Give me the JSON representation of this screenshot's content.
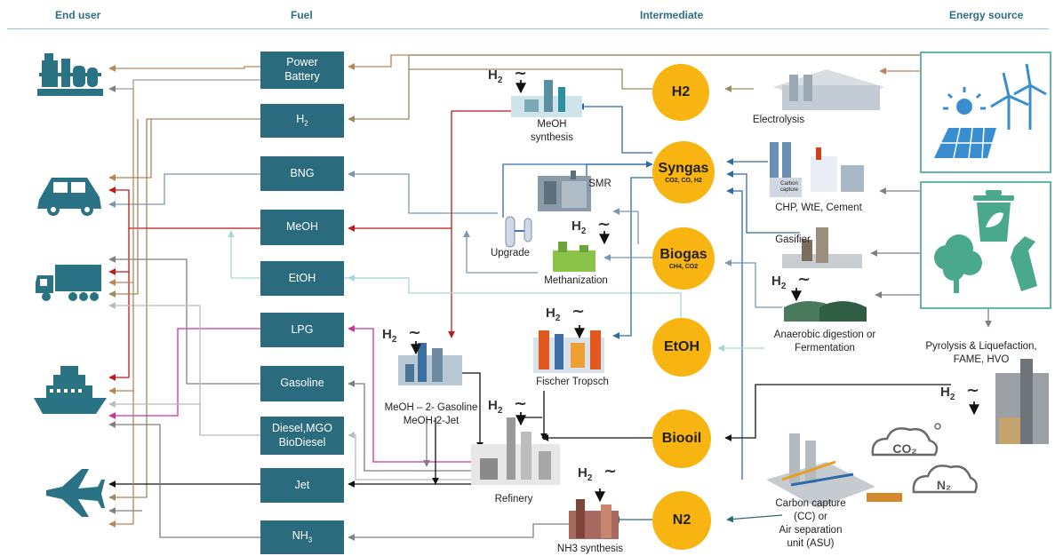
{
  "headers": {
    "end_user": "End user",
    "fuel": "Fuel",
    "intermediate": "Intermediate",
    "energy_source": "Energy source"
  },
  "fuels": [
    "Power\nBattery",
    "H2",
    "BNG",
    "MeOH",
    "EtOH",
    "LPG",
    "Gasoline",
    "Diesel,MGO\nBioDiesel",
    "Jet",
    "NH3"
  ],
  "intermediates": {
    "h2": {
      "label": "H2"
    },
    "syngas": {
      "label": "Syngas",
      "sub": "CO2, CO, H2"
    },
    "biogas": {
      "label": "Biogas",
      "sub": "CH4, CO2"
    },
    "etoh": {
      "label": "EtOH"
    },
    "biooil": {
      "label": "Biooil"
    },
    "n2": {
      "label": "N2"
    }
  },
  "processes": {
    "meoh_synthesis": "MeOH\nsynthesis",
    "smr": "SMR",
    "upgrade": "Upgrade",
    "methanization": "Methanization",
    "fischer_tropsch": "Fischer Tropsch",
    "meoh_gasoline": "MeOH – 2- Gasoline\nMeOH-2-Jet",
    "refinery": "Refinery",
    "nh3_synthesis": "NH3 synthesis",
    "electrolysis": "Electrolysis",
    "chp": "CHP, WtE, Cement",
    "carbon_capture_small": "Carbon\ncapture",
    "gasifier": "Gasifier",
    "anaerobic": "Anaerobic digestion or\nFermentation",
    "pyrolysis": "Pyrolysis & Liquefaction,\nFAME, HVO",
    "cc_asu": "Carbon capture\n(CC) or\nAir separation\nunit (ASU)"
  },
  "h2_input": {
    "h": "H",
    "sub": "2",
    "tilde": "~"
  },
  "cloud_labels": {
    "co2": "CO₂",
    "n2": "N₂"
  },
  "colors": {
    "fuel_box": "#2a6b7e",
    "intermediate": "#f8b410",
    "brown": "#b8845a",
    "olive": "#9a8a5e",
    "blue": "#2f6aa8",
    "red": "#c0181e",
    "magenta": "#cc3399",
    "teal": "#2f6b70",
    "grey": "#808080",
    "light_teal": "#a8d8d2",
    "black": "#111111",
    "steel": "#7a98ad",
    "energy_box": "#62b6a4"
  },
  "icons": {
    "end_users": [
      "factory-icon",
      "car-icon",
      "truck-icon",
      "ship-icon",
      "plane-icon"
    ],
    "energy_sources": [
      "solar-wind-icon",
      "biomass-waste-icon"
    ]
  }
}
